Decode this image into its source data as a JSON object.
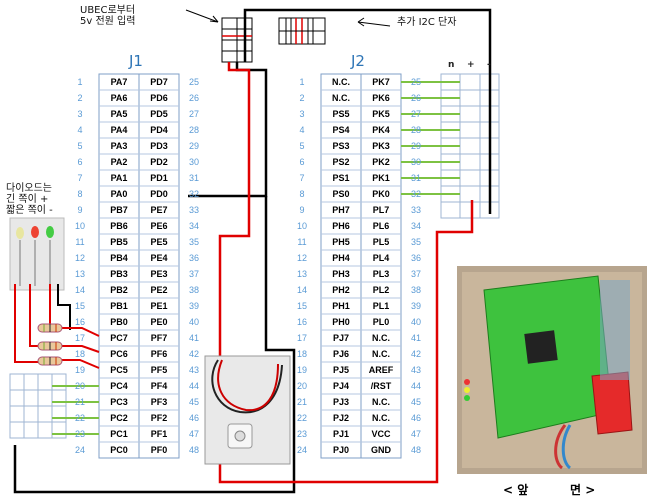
{
  "colors": {
    "pin_number": "#5b9bd5",
    "header_title": "#2e75b6",
    "grid_line": "#8ea9c8",
    "wire_black": "#000000",
    "wire_red": "#e00000",
    "wire_green": "#7dc242",
    "connector_gray": "#d9d9d9"
  },
  "labels": {
    "ubec_note_line1": "UBEC로부터",
    "ubec_note_line2": "5v 전원 입력",
    "i2c_note": "추가 I2C 단자",
    "diode_note_line1": "다이오드는",
    "diode_note_line2": "긴 쪽이 +",
    "diode_note_line3": "짧은 쪽이 -",
    "header_n": "n",
    "header_plus": "+",
    "header_minus": "-",
    "photo_caption": "< 앞          면 >"
  },
  "j1": {
    "title": "J1",
    "left_numbers": [
      "1",
      "2",
      "3",
      "4",
      "5",
      "6",
      "7",
      "8",
      "9",
      "10",
      "11",
      "12",
      "13",
      "14",
      "15",
      "16",
      "17",
      "18",
      "19",
      "20",
      "21",
      "22",
      "23",
      "24"
    ],
    "left_pins": [
      "PA7",
      "PA6",
      "PA5",
      "PA4",
      "PA3",
      "PA2",
      "PA1",
      "PA0",
      "PB7",
      "PB6",
      "PB5",
      "PB4",
      "PB3",
      "PB2",
      "PB1",
      "PB0",
      "PC7",
      "PC6",
      "PC5",
      "PC4",
      "PC3",
      "PC2",
      "PC1",
      "PC0"
    ],
    "right_pins": [
      "PD7",
      "PD6",
      "PD5",
      "PD4",
      "PD3",
      "PD2",
      "PD1",
      "PD0",
      "PE7",
      "PE6",
      "PE5",
      "PE4",
      "PE3",
      "PE2",
      "PE1",
      "PE0",
      "PF7",
      "PF6",
      "PF5",
      "PF4",
      "PF3",
      "PF2",
      "PF1",
      "PF0"
    ],
    "right_numbers": [
      "25",
      "26",
      "27",
      "28",
      "29",
      "30",
      "31",
      "32",
      "33",
      "34",
      "35",
      "36",
      "37",
      "38",
      "39",
      "40",
      "41",
      "42",
      "43",
      "44",
      "45",
      "46",
      "47",
      "48"
    ]
  },
  "j2": {
    "title": "J2",
    "left_numbers": [
      "1",
      "2",
      "3",
      "4",
      "5",
      "6",
      "7",
      "8",
      "9",
      "10",
      "11",
      "12",
      "13",
      "14",
      "15",
      "16",
      "17",
      "18",
      "19",
      "20",
      "21",
      "22",
      "23",
      "24"
    ],
    "left_pins": [
      "N.C.",
      "N.C.",
      "PS5",
      "PS4",
      "PS3",
      "PS2",
      "PS1",
      "PS0",
      "PH7",
      "PH6",
      "PH5",
      "PH4",
      "PH3",
      "PH2",
      "PH1",
      "PH0",
      "PJ7",
      "PJ6",
      "PJ5",
      "PJ4",
      "PJ3",
      "PJ2",
      "PJ1",
      "PJ0"
    ],
    "right_pins": [
      "PK7",
      "PK6",
      "PK5",
      "PK4",
      "PK3",
      "PK2",
      "PK1",
      "PK0",
      "PL7",
      "PL6",
      "PL5",
      "PL4",
      "PL3",
      "PL2",
      "PL1",
      "PL0",
      "N.C.",
      "N.C.",
      "AREF",
      "/RST",
      "N.C.",
      "N.C.",
      "VCC",
      "GND"
    ],
    "right_numbers": [
      "25",
      "26",
      "27",
      "28",
      "29",
      "30",
      "31",
      "32",
      "33",
      "34",
      "35",
      "36",
      "37",
      "38",
      "39",
      "40",
      "41",
      "42",
      "43",
      "44",
      "45",
      "46",
      "47",
      "48"
    ]
  }
}
